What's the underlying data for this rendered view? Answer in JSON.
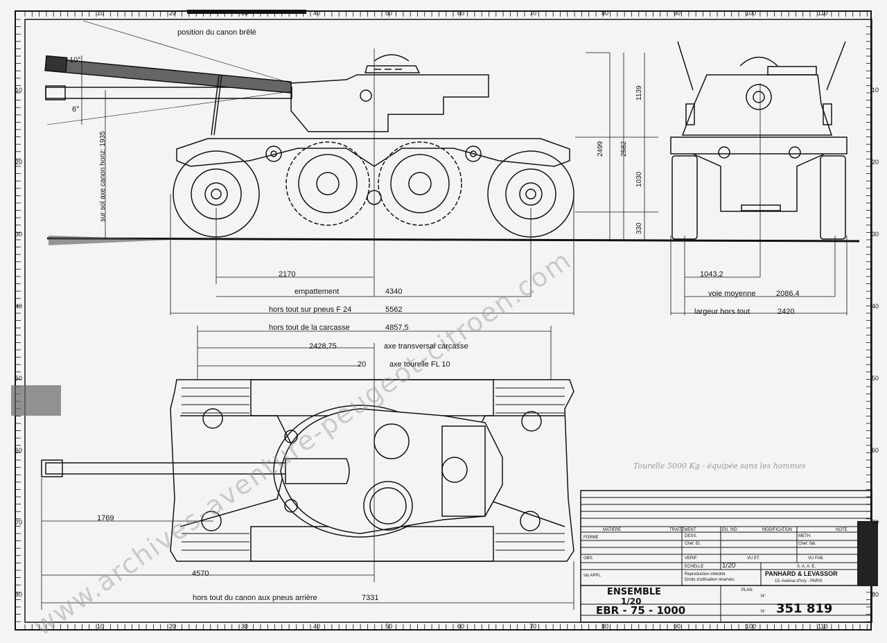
{
  "watermark": "www.archives-aventure-peugeot-citroen.com",
  "labels": {
    "gun_position": "position du canon brêlé",
    "gun_height": "sur sol axe canon horiz: 1935",
    "elev": "10°",
    "depr": "6°",
    "wheelbase": "empattement",
    "overall_tyres": "hors tout sur pneus F 24",
    "overall_hull": "hors tout de la carcasse",
    "transverse_axis": "axe transversal carcasse",
    "turret_axis": "axe tourelle FL 10",
    "mean_track": "voie moyenne",
    "overall_width": "largeur hors tout",
    "overall_gun": "hors tout du canon aux pneus arrière",
    "turret_note": "Tourelle 5000 Kg - équipée sans les hommes"
  },
  "dims": {
    "d2499": "2499",
    "d2582": "2582",
    "d1139": "1139",
    "d1030": "1030",
    "d330": "330",
    "d2170": "2170",
    "d4340": "4340",
    "d5562": "5562",
    "d48575": "4857,5",
    "d242875": "2428,75",
    "d20": "20",
    "d10432": "1043,2",
    "d20864": "2086,4",
    "d2420": "2420",
    "d1769": "1769",
    "d4570": "4570",
    "d7331": "7331"
  },
  "title_block": {
    "matiere": "MATIERE",
    "traitement": "TRAITEMENT",
    "en_ind": "EN. IND",
    "modification": "MODIFICATION",
    "date": "NOTE",
    "forme": "FORME",
    "dess": "DESS.",
    "chef_et": "Chef. Et.",
    "meth": "METH.",
    "chef_fab": "Chef. fab.",
    "obs": "OBS.",
    "verif": "VERIF.",
    "vu_et": "VU ET.",
    "vu_fab": "VU FAB.",
    "echelle": "ECHELLE",
    "scale": "1/20",
    "ids_appl": "Ids APPL.",
    "reproduction": "Reproduction interdite",
    "rights": "Droits d'utilisation réservés",
    "company_a": "S. A. A. E.",
    "company": "PANHARD & LEVASSOR",
    "address": "19, Avenue d'Ivry - PARIS",
    "plan_label": "PLAN",
    "no_label": "N°",
    "title_1": "ENSEMBLE",
    "title_2": "1/20",
    "title_3": "EBR - 75 - 1000",
    "plan_number": "351 819"
  },
  "rulers": {
    "top": [
      "10",
      "20",
      "30",
      "40",
      "50",
      "60",
      "70",
      "80",
      "90",
      "100",
      "110"
    ],
    "bottom": [
      "10",
      "20",
      "30",
      "40",
      "50",
      "60",
      "70",
      "80",
      "90",
      "100",
      "110"
    ],
    "left": [
      "10",
      "20",
      "30",
      "40",
      "50",
      "60",
      "70",
      "80"
    ],
    "right": [
      "10",
      "20",
      "30",
      "40",
      "50",
      "60",
      "70",
      "80"
    ]
  },
  "colors": {
    "ink": "#111111",
    "paper": "#f4f4f2"
  }
}
